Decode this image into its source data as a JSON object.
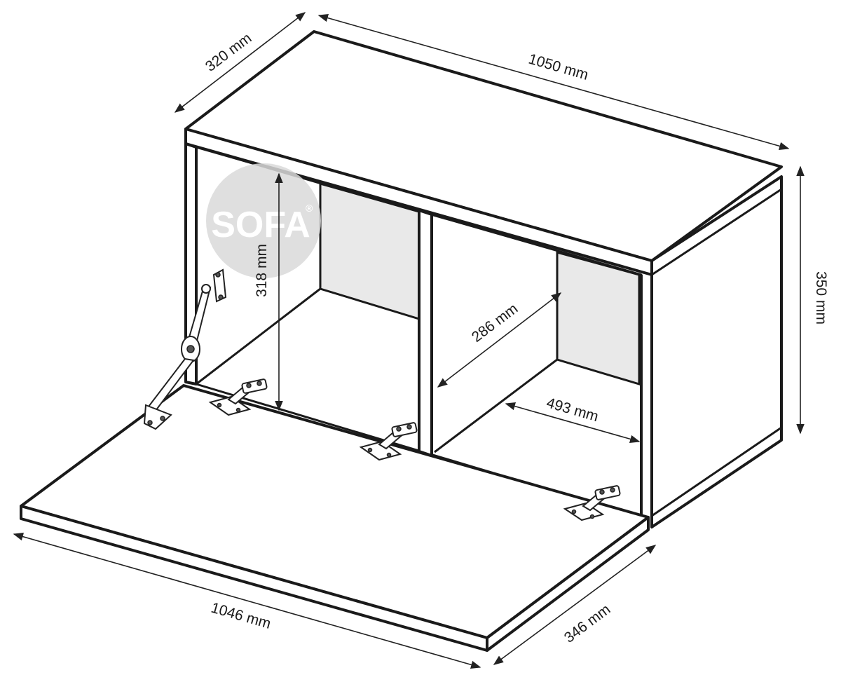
{
  "watermark": {
    "text": "SOFA",
    "mark": "®"
  },
  "dimensions": {
    "depth_top": "320 mm",
    "width_top": "1050 mm",
    "height_right": "350 mm",
    "inner_height": "318 mm",
    "inner_depth": "286 mm",
    "inner_width": "493 mm",
    "flap_width": "1046 mm",
    "flap_depth": "346 mm"
  }
}
